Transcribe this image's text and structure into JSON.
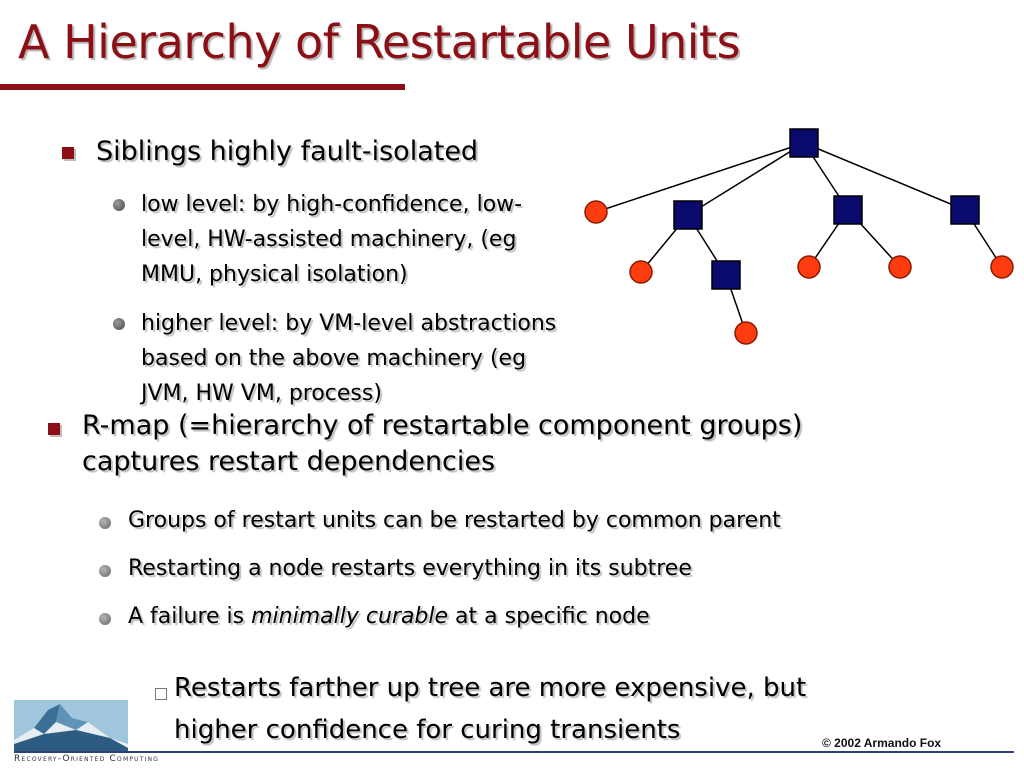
{
  "slide": {
    "title": "A Hierarchy of Restartable Units",
    "bullets": {
      "b1": {
        "text": "Siblings highly fault-isolated",
        "sub1": [
          "low level: by high-confidence, low-",
          "level, HW-assisted machinery, (eg",
          "MMU, physical isolation)"
        ],
        "sub2": [
          "higher level: by VM-level abstractions",
          "based on the above machinery (eg",
          "JVM, HW VM, process)"
        ]
      },
      "b2": {
        "lines": [
          "R-map (=hierarchy of restartable component groups)",
          "captures restart dependencies"
        ],
        "sub1": "Groups of restart units can be restarted by common parent",
        "sub2": "Restarting a node restarts everything in its subtree",
        "sub3": {
          "pre": "A failure is ",
          "em": "minimally curable",
          "post": " at a specific node"
        },
        "subsub": [
          "Restarts farther up tree are more expensive, but",
          "higher confidence for curing transients"
        ]
      }
    }
  },
  "footer": {
    "logo_text": "Recovery-Oriented Computing",
    "copyright": "© 2002 Armando Fox"
  },
  "colors": {
    "title": "#8b0f14",
    "tree_box": "#0a0a6e",
    "tree_leaf": "#ff3b10",
    "footer_rule": "#2f3f7a"
  }
}
